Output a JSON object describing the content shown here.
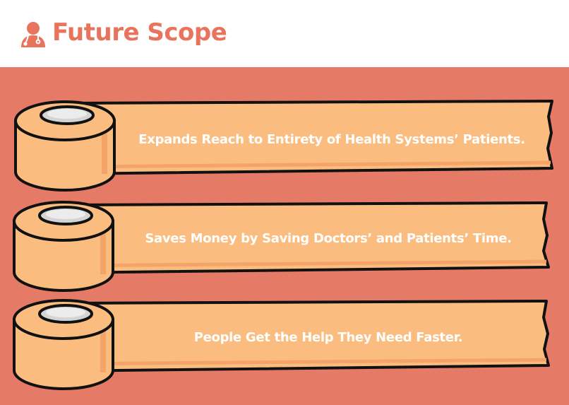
{
  "header": {
    "title": "Future Scope",
    "icon": "doctor-icon"
  },
  "colors": {
    "accent": "#e8745d",
    "panel": "#e57a66",
    "tape": "#fbbd7f",
    "tape_shadow": "#f4a468",
    "outline": "#111111"
  },
  "tapes": [
    {
      "text": "Expands Reach to Entirety of Health Systems’ Patients."
    },
    {
      "text": "Saves Money by Saving Doctors’ and Patients’ Time."
    },
    {
      "text": "People Get the Help They Need Faster."
    }
  ]
}
